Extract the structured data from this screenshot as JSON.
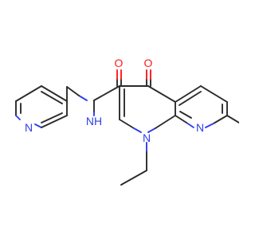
{
  "atoms": {
    "carbonyl_o_amide": "O",
    "carbonyl_o_ring": "O",
    "amide_nh": "NH",
    "pyridine_n": "N",
    "ring_n1": "N",
    "ring_n8": "N"
  },
  "colors": {
    "bond": "#2b2b2b",
    "oxygen": "#ff1a1a",
    "nitrogen": "#2f3df0",
    "background": "#ffffff"
  }
}
